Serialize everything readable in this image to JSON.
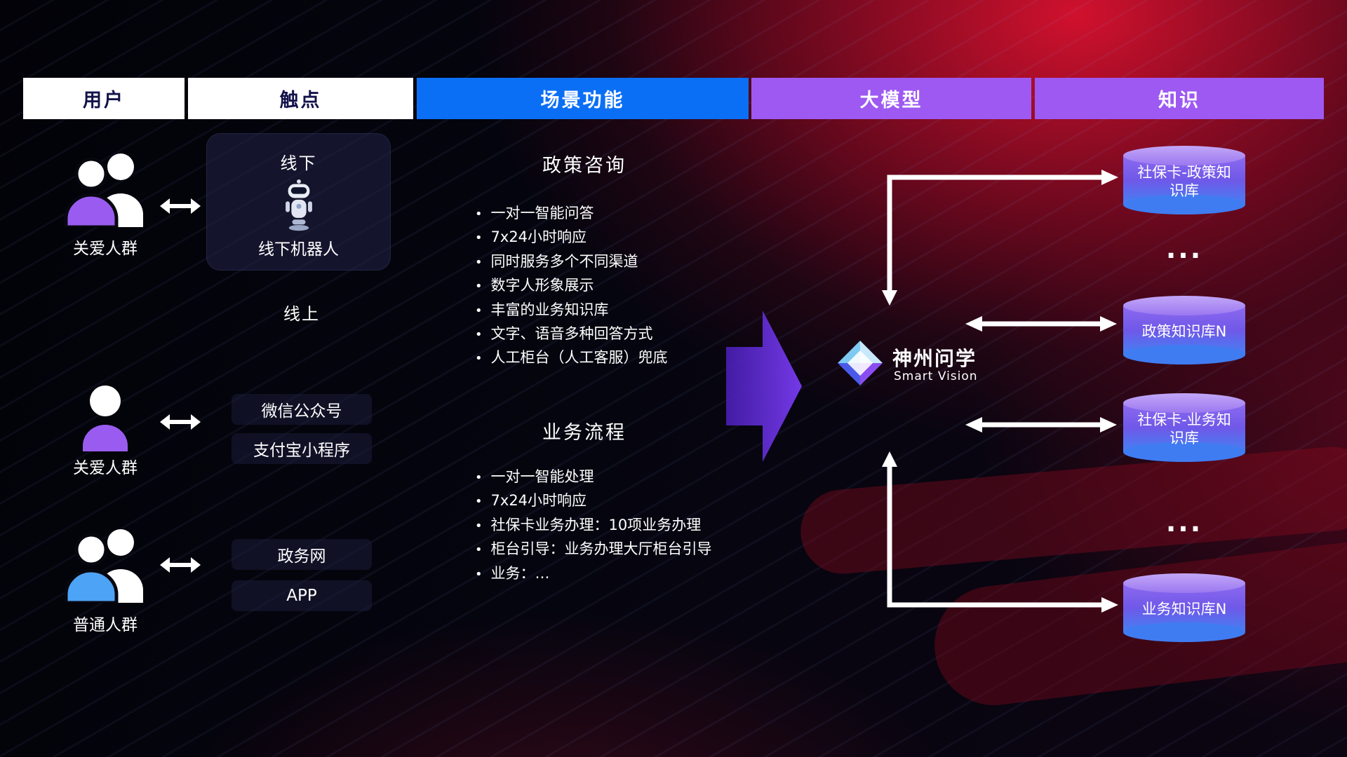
{
  "headers": [
    {
      "label": "用户"
    },
    {
      "label": "触点"
    },
    {
      "label": "场景功能"
    },
    {
      "label": "大模型"
    },
    {
      "label": "知识"
    }
  ],
  "users": [
    {
      "label": "关爱人群"
    },
    {
      "label": "关爱人群"
    },
    {
      "label": "普通人群"
    }
  ],
  "touchpoints": {
    "offline_title": "线下",
    "offline_robot_label": "线下机器人",
    "online_title": "线上",
    "channels": [
      "微信公众号",
      "支付宝小程序",
      "政务网",
      "APP"
    ]
  },
  "scenarios": [
    {
      "title": "政策咨询",
      "items": [
        "一对一智能问答",
        "7x24小时响应",
        "同时服务多个不同渠道",
        "数字人形象展示",
        "丰富的业务知识库",
        "文字、语音多种回答方式",
        "人工柜台（人工客服）兜底"
      ]
    },
    {
      "title": "业务流程",
      "items": [
        "一对一智能处理",
        "7x24小时响应",
        "社保卡业务办理：10项业务办理",
        "柜台引导：业务办理大厅柜台引导",
        "业务：…"
      ]
    }
  ],
  "model": {
    "name": "神州问学",
    "subtitle": "Smart Vision"
  },
  "knowledge": {
    "cylinders": [
      "社保卡-政策知识库",
      "政策知识库N",
      "社保卡-业务知识库",
      "业务知识库N"
    ],
    "ellipsis": "..."
  },
  "icons": {
    "user_group_1": "group-people-icon",
    "user_single": "person-icon",
    "user_group_2": "group-people-icon",
    "offline": "robot-icon",
    "model_logo": "gem-diamond-icon",
    "links": "double-arrow-icon"
  },
  "colors": {
    "header_active_blue": "#0b6ff5",
    "header_purple": "#9d59f2",
    "accent_purple": "#9a5cf0",
    "accent_blue": "#4da3f5",
    "cylinder_top": "#b79bf5",
    "cylinder_bottom": "#3f7cf2",
    "background_red": "#c0102a"
  }
}
